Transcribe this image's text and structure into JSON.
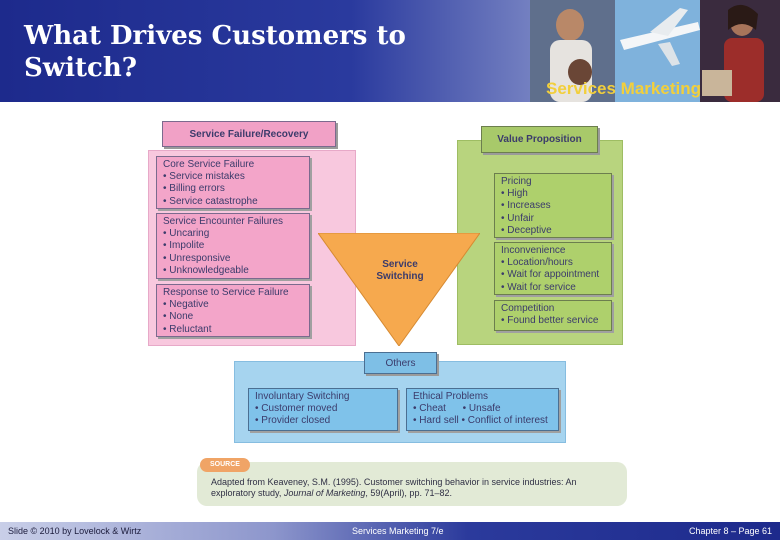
{
  "header": {
    "title_line1": "What Drives Customers to",
    "title_line2": "Switch?",
    "brand": "Services Marketing"
  },
  "diagram": {
    "service_failure": {
      "heading": "Service Failure/Recovery",
      "core": [
        "Core Service Failure",
        "• Service mistakes",
        "• Billing errors",
        "• Service catastrophe"
      ],
      "encounter": [
        "Service Encounter Failures",
        "• Uncaring",
        "• Impolite",
        "• Unresponsive",
        "• Unknowledgeable"
      ],
      "response": [
        "Response to Service Failure",
        "• Negative",
        "• None",
        "• Reluctant"
      ]
    },
    "value_proposition": {
      "heading": "Value Proposition",
      "pricing": [
        "Pricing",
        "• High",
        "• Increases",
        "• Unfair",
        "• Deceptive"
      ],
      "inconvenience": [
        "Inconvenience",
        "• Location/hours",
        "• Wait for appointment",
        "• Wait for service"
      ],
      "competition": [
        "Competition",
        "• Found better service"
      ]
    },
    "center": {
      "line1": "Service",
      "line2": "Switching"
    },
    "others": {
      "heading": "Others",
      "involuntary": [
        "Involuntary Switching",
        "• Customer moved",
        "• Provider closed"
      ],
      "ethical": [
        "Ethical Problems",
        "• Cheat      • Unsafe",
        "• Hard sell • Conflict of interest"
      ]
    }
  },
  "source": {
    "tag": "SOURCE",
    "text_before": "Adapted from Keaveney, S.M. (1995). Customer switching behavior in service industries: An exploratory study, ",
    "journal": "Journal of Marketing",
    "text_after": ", 59(April), pp. 71–82."
  },
  "footer": {
    "left": "Slide © 2010 by Lovelock & Wirtz",
    "middle": "Services Marketing 7/e",
    "right": "Chapter 8 – Page 61"
  },
  "colors": {
    "header_blue": "#1d2a8c",
    "pink": "#f3a5c9",
    "green": "#aed06c",
    "blue": "#7fc2ea",
    "triangle": "#f6a94e",
    "brand_yellow": "#f2cf3b"
  },
  "icons": [
    "header-photo-collage"
  ]
}
